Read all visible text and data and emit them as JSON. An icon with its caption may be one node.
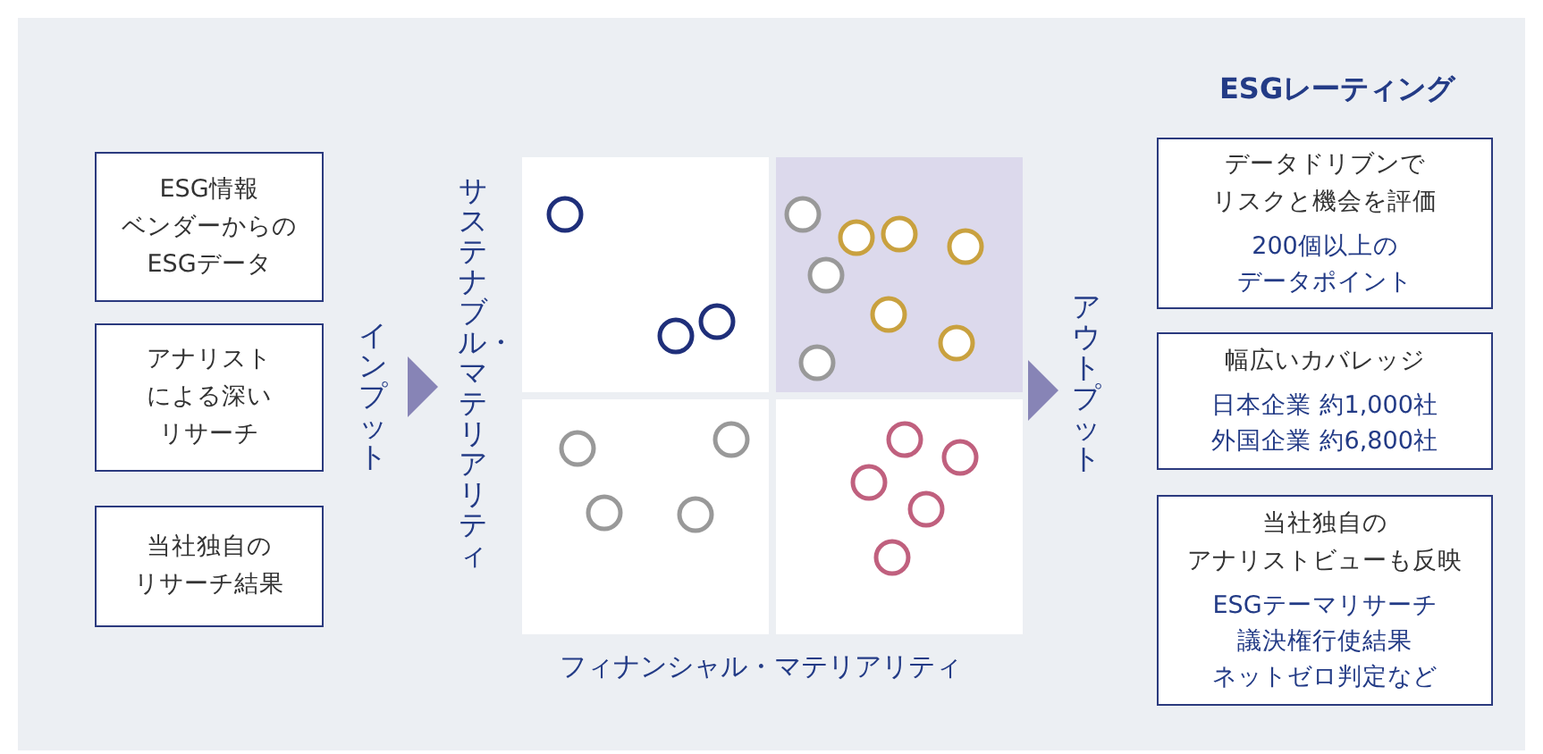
{
  "diagram": {
    "nodes": [
      {
        "text": [
          "ESG情報ベンダーからのESGデータ"
        ]
      },
      {
        "text": [
          "アナリストによる深いリサーチ"
        ]
      },
      {
        "text": [
          "当社独自のリサーチ結果"
        ]
      },
      {
        "text": [],
        "shape": "box",
        "beside": [
          "サステナブル・マテリアリティ",
          "フィナンシャル・マテリアリティ"
        ]
      },
      {
        "text": [
          "データドリブンでリスクと機会を評価",
          "200個以上のデータポイント"
        ]
      },
      {
        "text": [
          "幅広いカバレッジ",
          "日本企業 約1,000社外国企業 約6,800社"
        ]
      },
      {
        "text": [
          "当社独自のアナリストビューも反映",
          "ESGテーマリサーチ議決権行使結果ネットゼロ判定など"
        ]
      }
    ],
    "edges": [
      {
        "from": null,
        "to": 3,
        "arrow": "to",
        "label": "インプット"
      },
      {
        "from": 3,
        "to": null,
        "arrow": "to",
        "label": "アウトプット"
      }
    ],
    "labels": [
      "ESGレーティング"
    ]
  }
}
